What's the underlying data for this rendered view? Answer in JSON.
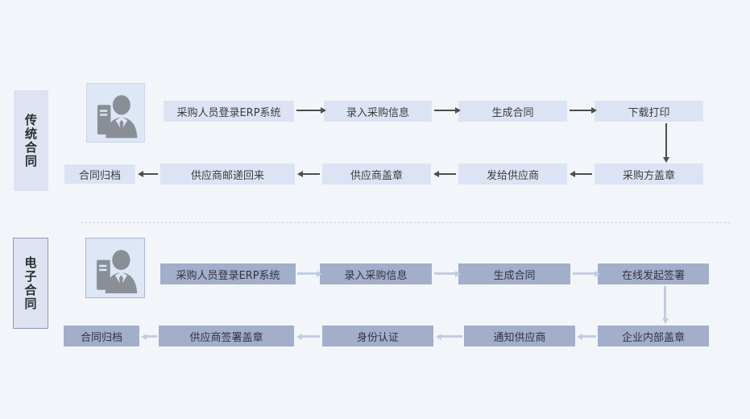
{
  "colors": {
    "background": "#f2f6fb",
    "light_box_bg": "#dce3f4",
    "light_box_text": "#3c3c3c",
    "dark_box_bg": "#a2aeca",
    "dark_box_text": "#2f3542",
    "dark_arrow": "#4d4d4d",
    "light_arrow": "#c3cce0",
    "label_box_bg": "#dde3f3",
    "label_text": "#2d2d2d",
    "divider": "#c9d0db",
    "icon_bg": "#dde7f6",
    "icon_fg": "#8a8f96"
  },
  "traditional": {
    "label": "传统合同",
    "icon": "businessman-icon",
    "row1": [
      "采购人员登录ERP系统",
      "录入采购信息",
      "生成合同",
      "下载打印"
    ],
    "row2": [
      "合同归档",
      "供应商邮递回来",
      "供应商盖章",
      "发给供应商",
      "采购方盖章"
    ]
  },
  "electronic": {
    "label": "电子合同",
    "icon": "businessman-icon",
    "row1": [
      "采购人员登录ERP系统",
      "录入采购信息",
      "生成合同",
      "在线发起签署"
    ],
    "row2": [
      "合同归档",
      "供应商签署盖章",
      "身份认证",
      "通知供应商",
      "企业内部盖章"
    ]
  }
}
